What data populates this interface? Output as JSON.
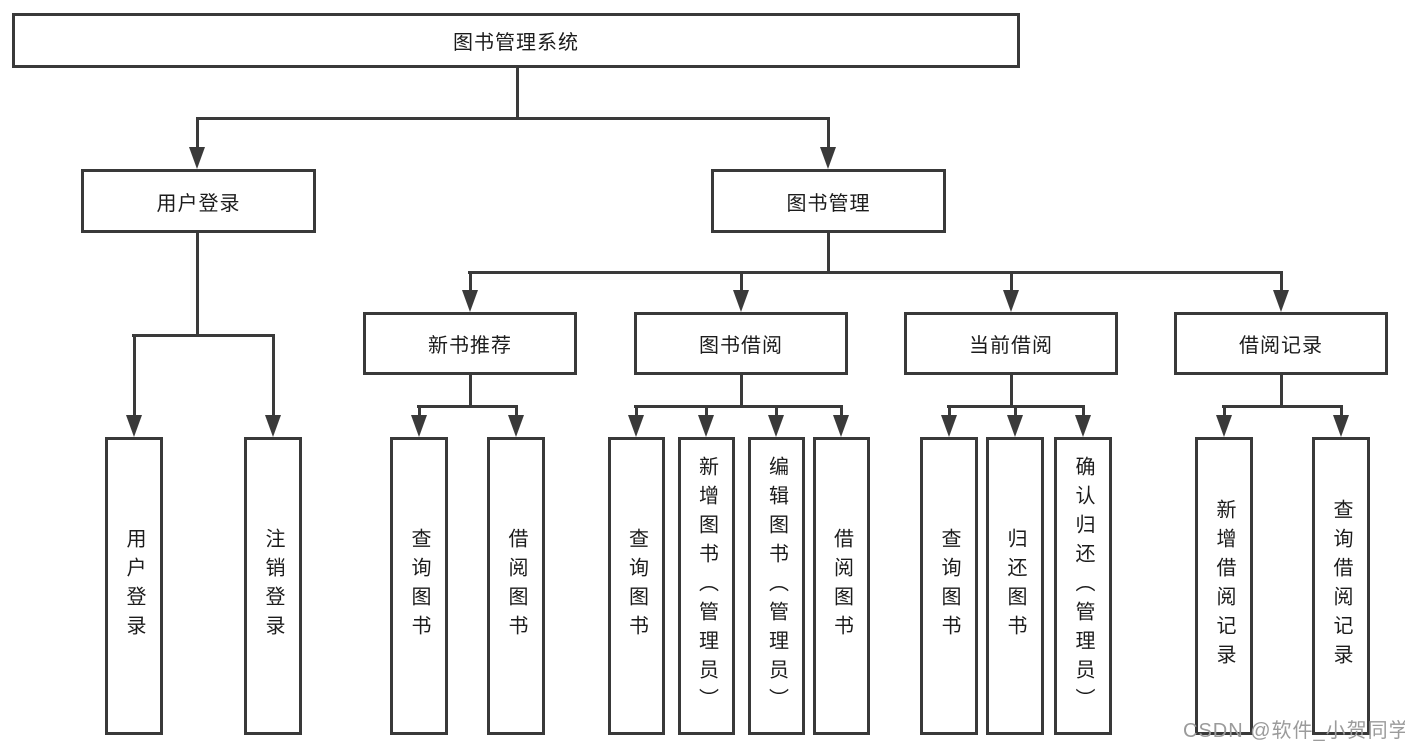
{
  "diagram_title": "图书管理系统",
  "nodes": {
    "root": {
      "label": "图书管理系统"
    },
    "level2": [
      {
        "label": "用户登录"
      },
      {
        "label": "图书管理"
      }
    ],
    "level3": [
      {
        "label": "新书推荐"
      },
      {
        "label": "图书借阅"
      },
      {
        "label": "当前借阅"
      },
      {
        "label": "借阅记录"
      }
    ],
    "leaves_user_login": [
      {
        "label": "用户登录"
      },
      {
        "label": "注销登录"
      }
    ],
    "leaves_new_book": [
      {
        "label": "查询图书"
      },
      {
        "label": "借阅图书"
      }
    ],
    "leaves_book_borrow": [
      {
        "label": "查询图书"
      },
      {
        "label": "新增图书（管理员）"
      },
      {
        "label": "编辑图书（管理员）"
      },
      {
        "label": "借阅图书"
      }
    ],
    "leaves_current_borrow": [
      {
        "label": "查询图书"
      },
      {
        "label": "归还图书"
      },
      {
        "label": "确认归还（管理员）"
      }
    ],
    "leaves_borrow_record": [
      {
        "label": "新增借阅记录"
      },
      {
        "label": "查询借阅记录"
      }
    ]
  },
  "watermark": "CSDN @软件_小贺同学",
  "colors": {
    "line": "#3a3a3a",
    "box_border": "#393939",
    "text": "#1c1c1c",
    "watermark": "#9b9b9b",
    "background": "#ffffff"
  }
}
